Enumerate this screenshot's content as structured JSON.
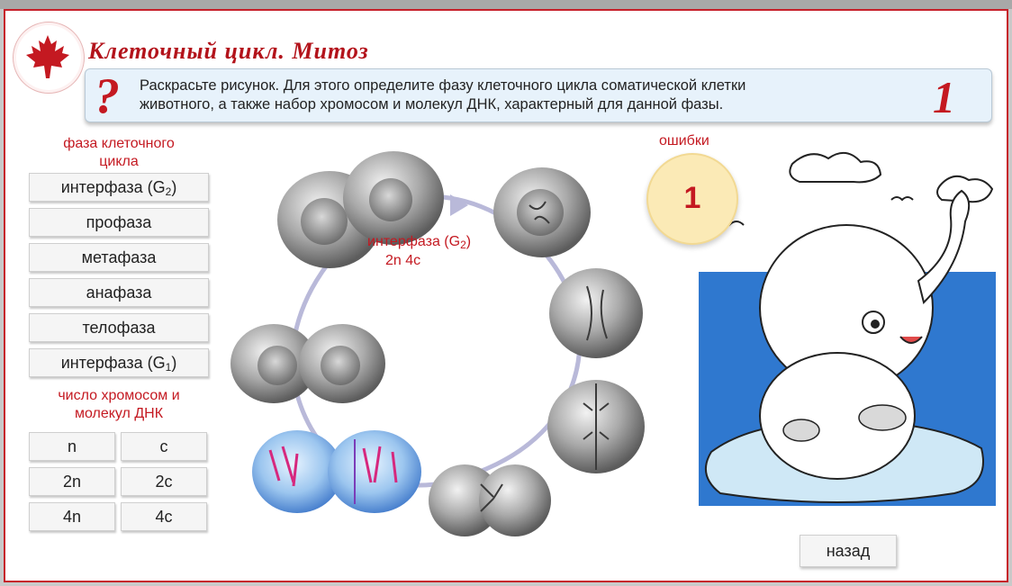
{
  "header": {
    "title": "Клеточный цикл. Митоз",
    "question_mark": "?",
    "question_line1": "Раскрасьте рисунок. Для этого определите фазу клеточного цикла соматической клетки",
    "question_line2": "животного, а также набор хромосом и молекул ДНК, характерный для данной фазы.",
    "task_number": "1"
  },
  "phases": {
    "label_line1": "фаза клеточного",
    "label_line2": "цикла",
    "items": [
      {
        "text": "интерфаза (G",
        "sub": "2",
        "tail": ")"
      },
      {
        "text": "профаза",
        "sub": "",
        "tail": ""
      },
      {
        "text": "метафаза",
        "sub": "",
        "tail": ""
      },
      {
        "text": "анафаза",
        "sub": "",
        "tail": ""
      },
      {
        "text": "телофаза",
        "sub": "",
        "tail": ""
      },
      {
        "text": "интерфаза (G",
        "sub": "1",
        "tail": ")"
      }
    ]
  },
  "counts": {
    "label_line1": "число хромосом и",
    "label_line2": "молекул ДНК",
    "n_items": [
      "n",
      "2n",
      "4n"
    ],
    "c_items": [
      "c",
      "2c",
      "4c"
    ]
  },
  "cycle": {
    "center_text": "интерфаза (G",
    "center_sub": "2",
    "center_tail": ")",
    "center_line2": "2n 4c"
  },
  "errors": {
    "label": "ошибки",
    "count": "1"
  },
  "back_button": "назад",
  "colors": {
    "accent": "#c41921",
    "frame": "#c6202a",
    "question_bg": "#e7f2fb",
    "error_circle": "#fbeab6"
  }
}
